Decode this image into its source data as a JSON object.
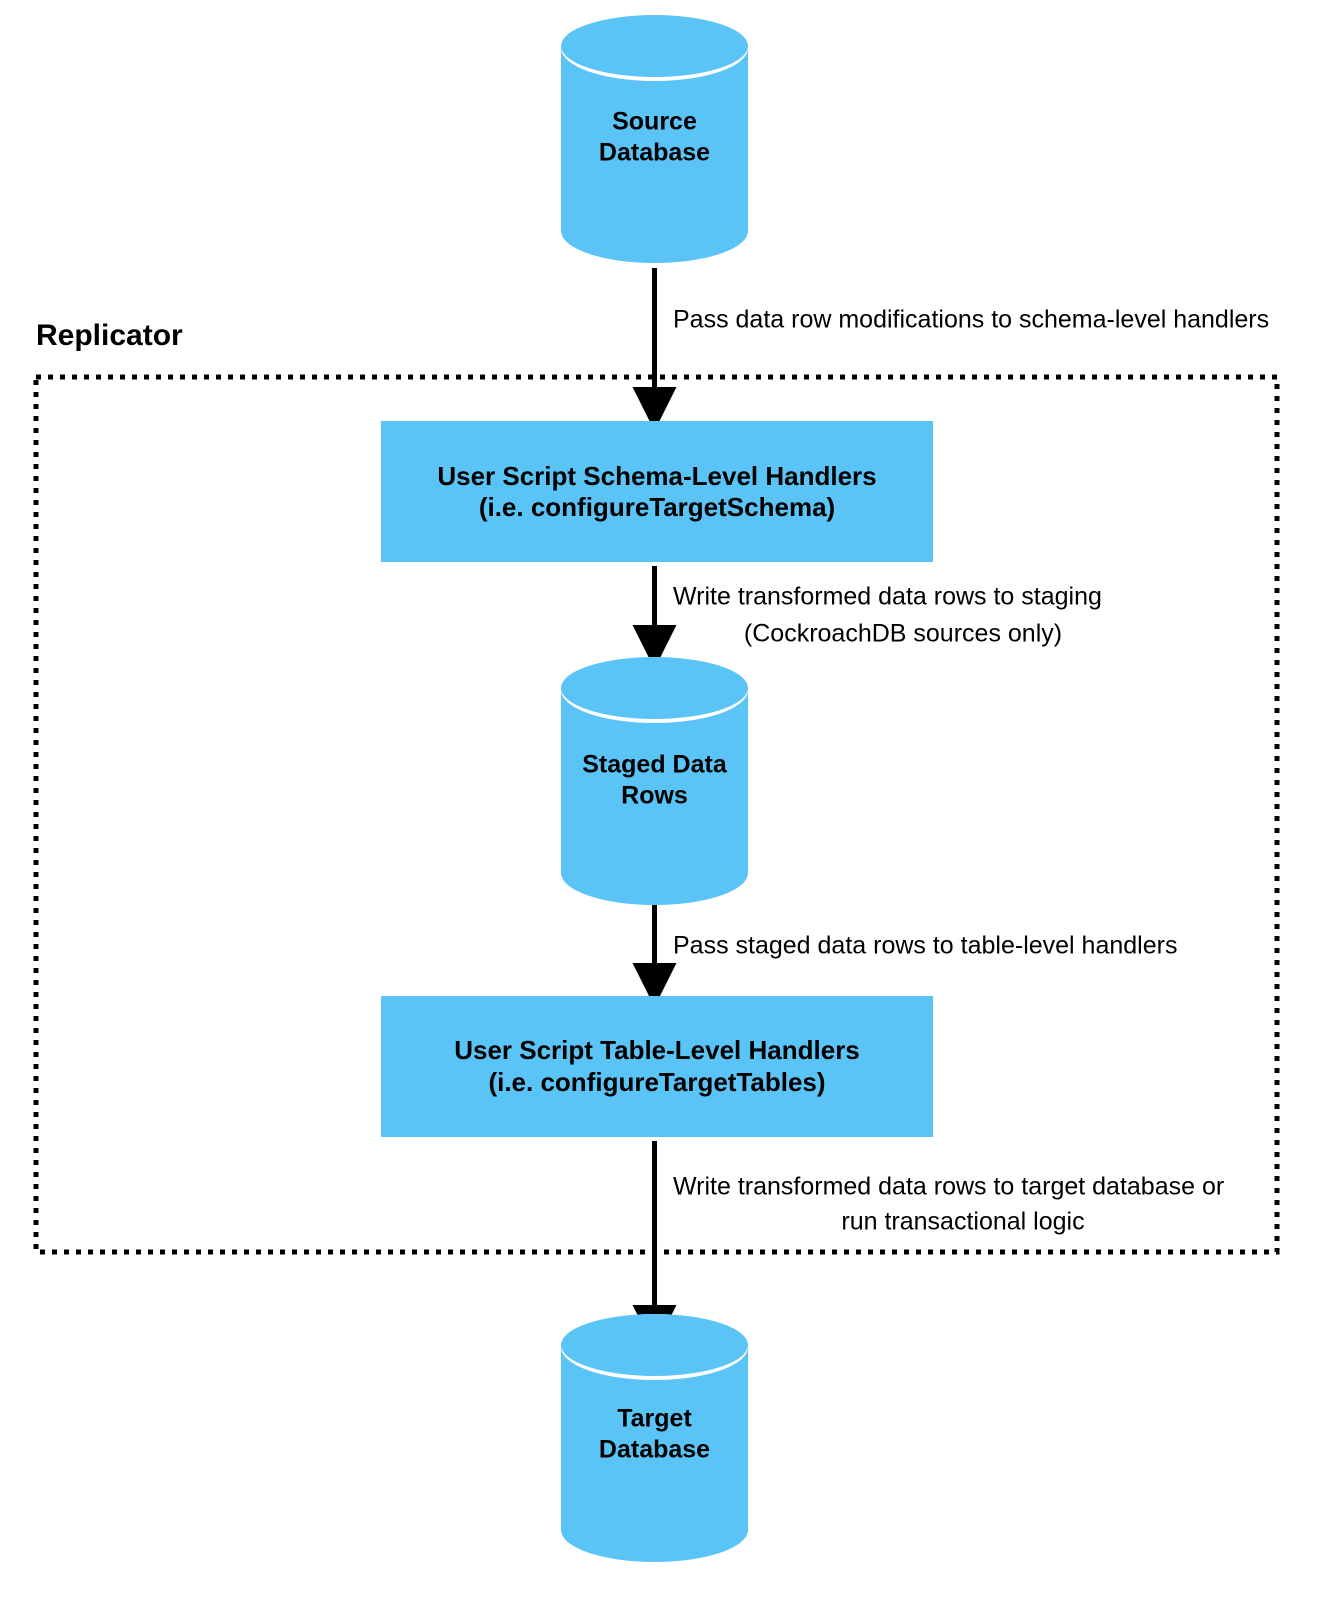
{
  "diagram": {
    "title_text": "Replicator",
    "colors": {
      "node_fill": "#5BC4F7",
      "stroke": "#000000",
      "background": "#ffffff",
      "cylinder_gap": "#ffffff"
    },
    "group": {
      "label": "Replicator",
      "border_style": "dotted"
    },
    "nodes": {
      "source_db": {
        "type": "cylinder",
        "line1": "Source",
        "line2": "Database"
      },
      "schema_handlers": {
        "type": "rect",
        "line1": "User Script Schema-Level Handlers",
        "line2": "(i.e. configureTargetSchema)"
      },
      "staged_rows": {
        "type": "cylinder",
        "line1": "Staged Data",
        "line2": "Rows"
      },
      "table_handlers": {
        "type": "rect",
        "line1": "User Script Table-Level Handlers",
        "line2": "(i.e. configureTargetTables)"
      },
      "target_db": {
        "type": "cylinder",
        "line1": "Target",
        "line2": "Database"
      }
    },
    "edges": [
      {
        "id": "source-to-schema",
        "from": "source_db",
        "to": "schema_handlers",
        "line1": "Pass data row modifications to schema-level handlers",
        "line2": ""
      },
      {
        "id": "schema-to-staged",
        "from": "schema_handlers",
        "to": "staged_rows",
        "line1": "Write transformed data rows to staging",
        "line2": "(CockroachDB sources only)"
      },
      {
        "id": "staged-to-table",
        "from": "staged_rows",
        "to": "table_handlers",
        "line1": "Pass staged data rows to table-level handlers",
        "line2": ""
      },
      {
        "id": "table-to-target",
        "from": "table_handlers",
        "to": "target_db",
        "line1": "Write transformed data rows to target database or",
        "line2": "run transactional logic"
      }
    ]
  }
}
